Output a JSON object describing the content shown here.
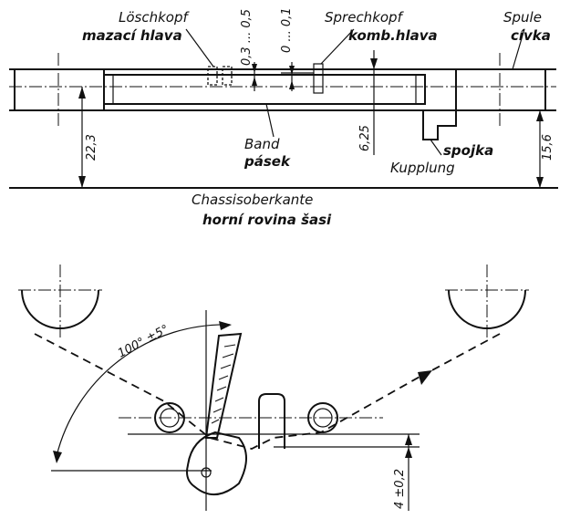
{
  "labels": {
    "erase_head_de": "Löschkopf",
    "erase_head_cs": "mazací hlava",
    "record_head_de": "Sprechkopf",
    "record_head_cs": "komb.hlava",
    "spool_de": "Spule",
    "spool_cs": "cívka",
    "tape_de": "Band",
    "tape_cs": "pásek",
    "clutch_cs": "spojka",
    "clutch_de": "Kupplung",
    "chassis_de": "Chassisoberkante",
    "chassis_cs": "horní rovina šasi"
  },
  "dimensions": {
    "erase_gap": "0,3 ... 0,5",
    "record_gap": "0 ... 0,1",
    "tape_height": "22,3",
    "head_height": "6,25",
    "spool_height": "15,6",
    "wrap_angle": "100° ±5°",
    "offset": "4 ±0,2"
  }
}
